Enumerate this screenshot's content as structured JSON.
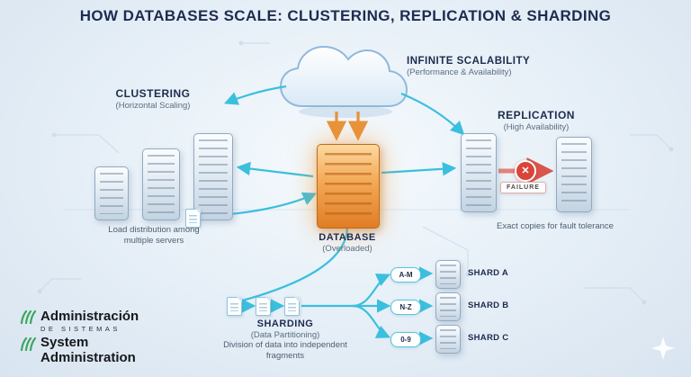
{
  "title": "HOW DATABASES SCALE: CLUSTERING, REPLICATION & SHARDING",
  "clustering": {
    "heading": "CLUSTERING",
    "subheading": "(Horizontal Scaling)",
    "caption": "Load distribution among multiple servers"
  },
  "scalability": {
    "heading": "INFINITE SCALABILITY",
    "subheading": "(Performance & Availability)"
  },
  "database": {
    "heading": "DATABASE",
    "subheading": "(Overloaded)"
  },
  "replication": {
    "heading": "REPLICATION",
    "subheading": "(High Availability)",
    "failure_label": "FAILURE",
    "failure_x": "✕",
    "caption": "Exact copies for fault tolerance"
  },
  "sharding": {
    "heading": "SHARDING",
    "subheading": "(Data Partitioning)",
    "caption": "Division of data into independent fragments",
    "ranges": [
      "A-M",
      "N-Z",
      "0-9"
    ],
    "shards": [
      "SHARD A",
      "SHARD B",
      "SHARD C"
    ]
  },
  "logo": {
    "primary": "Administración",
    "primary_sub": "DE SISTEMAS",
    "secondary": "System",
    "secondary_sub": "Administration"
  },
  "colors": {
    "accent_cyan": "#3bbfde",
    "database_orange": "#e8923a",
    "failure_red": "#d9453a",
    "logo_green": "#3aa65c",
    "heading_navy": "#1d2c4e"
  }
}
